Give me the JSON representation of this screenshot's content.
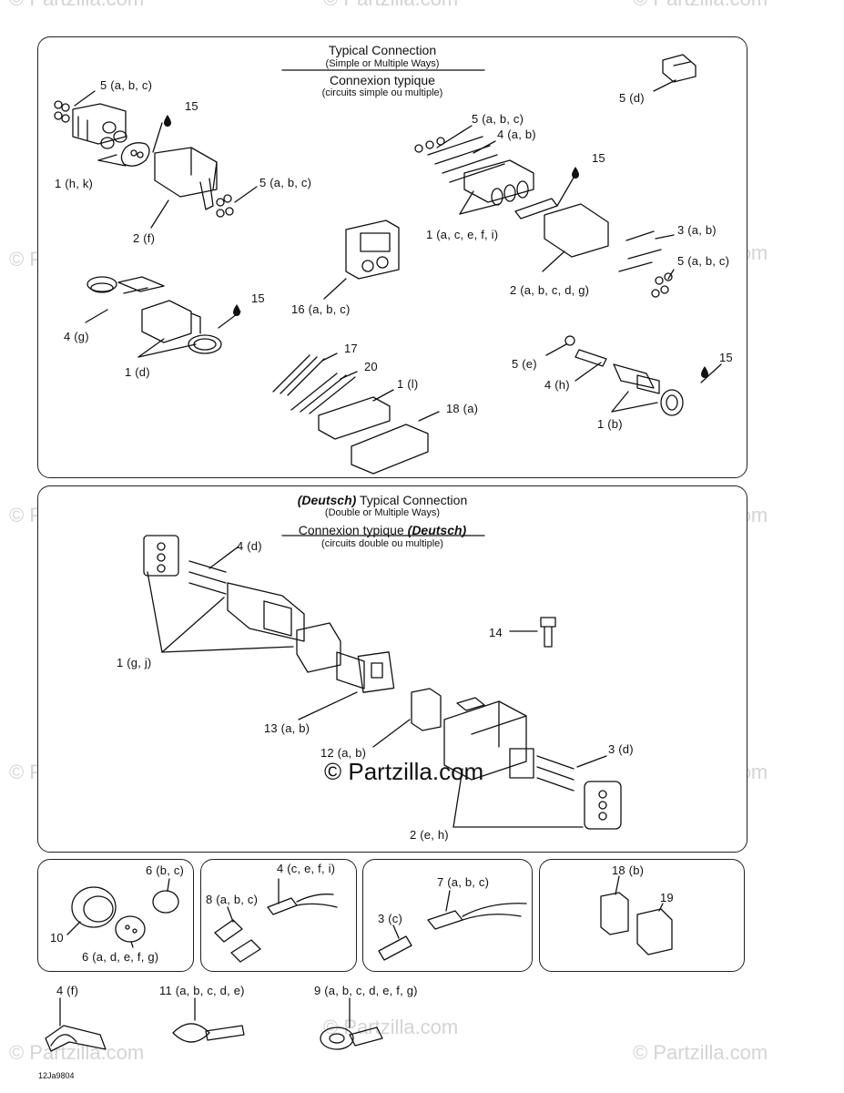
{
  "watermark": "© Partzilla.com",
  "panel_top": {
    "title_en": "Typical Connection",
    "subtitle_en": "(Simple or Multiple Ways)",
    "title_fr": "Connexion typique",
    "subtitle_fr": "(circuits simple ou multiple)",
    "callouts": [
      "5 (a, b, c)",
      "15",
      "1 (h, k)",
      "5 (a, b, c)",
      "2 (f)",
      "5 (d)",
      "5 (a, b, c)",
      "4 (a, b)",
      "15",
      "1 (a, c, e, f, i)",
      "3 (a, b)",
      "5 (a, b, c)",
      "2 (a, b, c, d, g)",
      "16 (a, b, c)",
      "15",
      "4 (g)",
      "1 (d)",
      "17",
      "20",
      "1 (l)",
      "18 (a)",
      "5 (e)",
      "15",
      "4 (h)",
      "1 (b)"
    ]
  },
  "panel_deutsch": {
    "title_brand": "(Deutsch)",
    "title_en": "Typical Connection",
    "subtitle_en": "(Double or Multiple Ways)",
    "title_fr": "Connexion typique",
    "title_fr_brand": "(Deutsch)",
    "subtitle_fr": "(circuits double ou multiple)",
    "callouts": [
      "4 (d)",
      "1 (g, j)",
      "14",
      "13 (a, b)",
      "12 (a, b)",
      "3 (d)",
      "2 (e, h)"
    ]
  },
  "box1": {
    "callouts": [
      "6 (b, c)",
      "10",
      "6 (a, d, e, f, g)"
    ]
  },
  "box2": {
    "callouts": [
      "4 (c, e, f, i)",
      "8 (a, b, c)"
    ]
  },
  "box3": {
    "callouts": [
      "7 (a, b, c)",
      "3 (c)"
    ]
  },
  "box4": {
    "callouts": [
      "18 (b)",
      "19"
    ]
  },
  "loose": {
    "callouts": [
      "4 (f)",
      "11 (a, b, c, d, e)",
      "9 (a, b, c, d, e, f, g)"
    ]
  },
  "drawing_code": "12Ja9804",
  "center_watermark": "© Partzilla.com"
}
